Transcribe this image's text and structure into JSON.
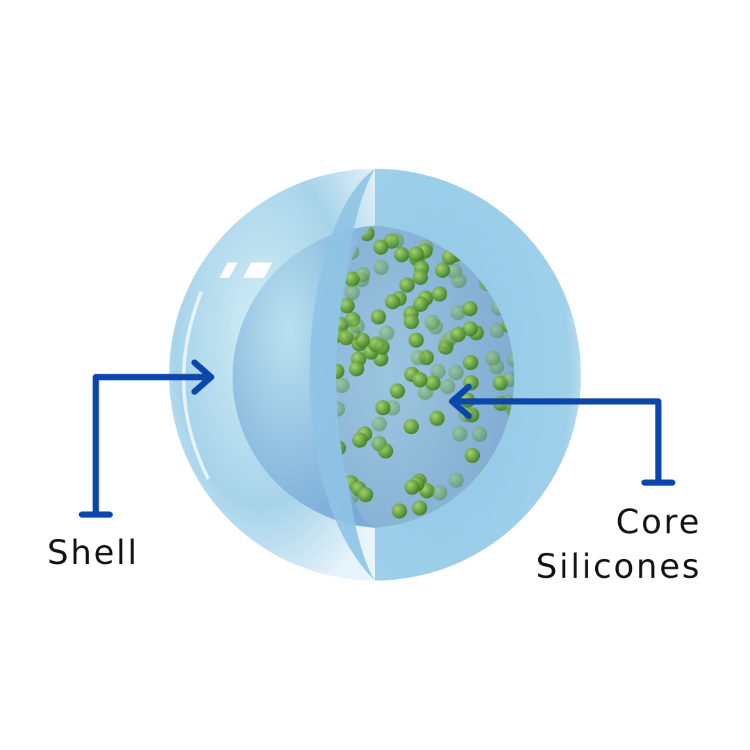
{
  "labels": {
    "shell": "Shell",
    "core_line1": "Core",
    "core_line2": "Silicones"
  },
  "colors": {
    "arrow": "#0b47a8",
    "shell_outer": "#a9d6ee",
    "core": "#86b4d8",
    "particle": "#5f9a2e"
  },
  "icons": {
    "shell_pointer": "arrow-right-icon",
    "core_pointer": "arrow-left-icon"
  }
}
